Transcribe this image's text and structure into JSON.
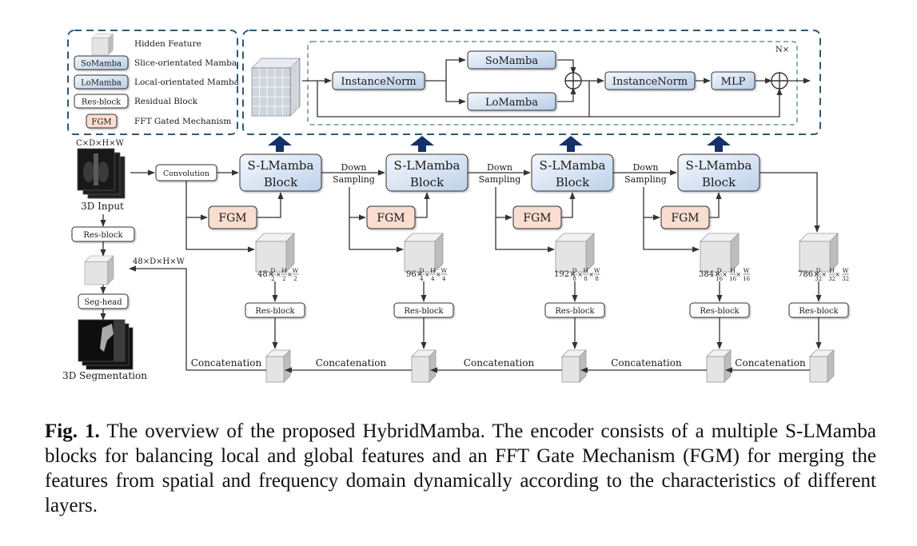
{
  "legend": {
    "items": [
      {
        "symbol": "cube",
        "label": "Hidden Feature"
      },
      {
        "symbol": "box",
        "box_text": "SoMamba",
        "label": "Slice-orientated Mamba"
      },
      {
        "symbol": "box",
        "box_text": "LoMamba",
        "label": "Local-orientated Mamba"
      },
      {
        "symbol": "box",
        "box_text": "Res-block",
        "label": "Residual Block"
      },
      {
        "symbol": "box",
        "box_text": "FGM",
        "label": "FFT Gated Mechanism"
      }
    ]
  },
  "detail_block": {
    "instance_norm_1": "InstanceNorm",
    "somamba": "SoMamba",
    "lomamba": "LoMamba",
    "instance_norm_2": "InstanceNorm",
    "mlp": "MLP",
    "repeat": "N×"
  },
  "input": {
    "dims": "C×D×H×W",
    "label": "3D Input"
  },
  "left_column": {
    "res_block": "Res-block",
    "feature_dims": "48×D×H×W",
    "seg_head": "Seg-head",
    "output_label": "3D Segmentation"
  },
  "encoder": {
    "convolution": "Convolution",
    "block_line1": "S-LMamba",
    "block_line2": "Block",
    "down_line1": "Down",
    "down_line2": "Sampling",
    "fgm": "FGM",
    "res_block": "Res-block",
    "concat": "Concatenation",
    "stages": [
      {
        "channels": "48",
        "d": "D",
        "h": "H",
        "w": "W",
        "div": "2"
      },
      {
        "channels": "96",
        "d": "D",
        "h": "H",
        "w": "W",
        "div": "4"
      },
      {
        "channels": "192",
        "d": "D",
        "h": "H",
        "w": "W",
        "div": "8"
      },
      {
        "channels": "384",
        "d": "D",
        "h": "H",
        "w": "W",
        "div": "16"
      },
      {
        "channels": "786",
        "d": "D",
        "h": "H",
        "w": "W",
        "div": "32"
      }
    ]
  },
  "colors": {
    "mamba_fill_top": "#eef4fb",
    "mamba_fill_bottom": "#b9cfe9",
    "fgm_fill": "#f9ddd0",
    "arrow_up": "#16306b",
    "dash_border": "#2e5a73"
  },
  "caption": {
    "fig_label": "Fig. 1.",
    "text": "The overview of the proposed HybridMamba. The encoder consists of a multiple S-LMamba blocks for balancing local and global features and an FFT Gate Mechanism (FGM) for merging the features from spatial and frequency domain dynamically according to the characteristics of different layers."
  }
}
